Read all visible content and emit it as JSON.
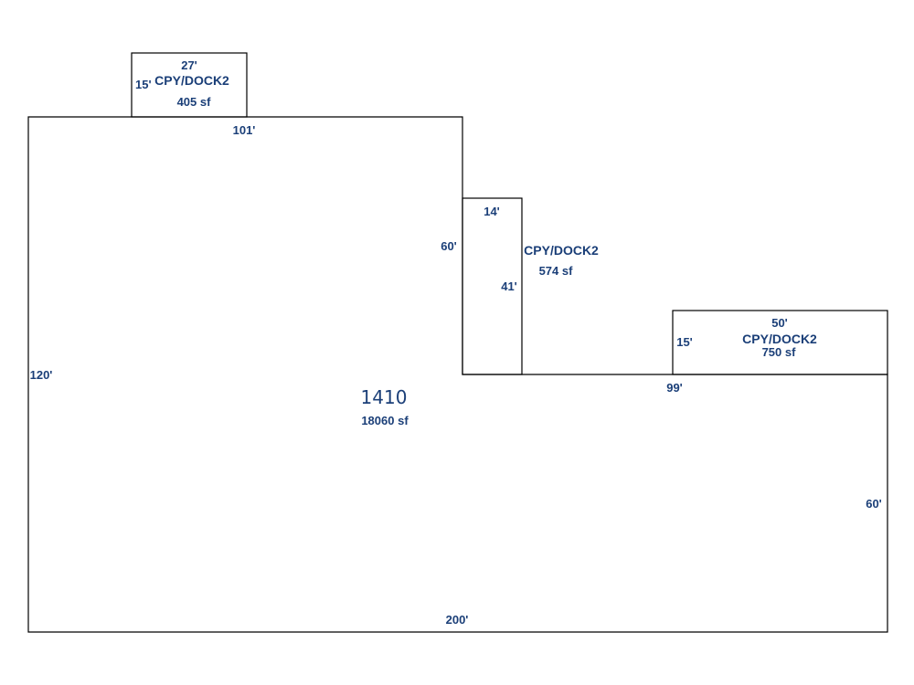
{
  "colors": {
    "text": "#1b3f78",
    "outline": "#000000",
    "background": "#ffffff"
  },
  "main_building": {
    "code": "1410",
    "area": "18060 sf",
    "dimensions": {
      "top": "101'",
      "left": "120'",
      "bottom": "200'",
      "right": "60'",
      "inner_vertical": "60'",
      "inner_horizontal": "99'"
    }
  },
  "sections": {
    "top_dock": {
      "label": "CPY/DOCK2",
      "area": "405 sf",
      "width": "27'",
      "depth": "15'"
    },
    "middle_dock": {
      "label": "CPY/DOCK2",
      "area": "574 sf",
      "width": "14'",
      "depth": "41'"
    },
    "right_dock": {
      "label": "CPY/DOCK2",
      "area": "750 sf",
      "width": "50'",
      "depth": "15'"
    }
  }
}
